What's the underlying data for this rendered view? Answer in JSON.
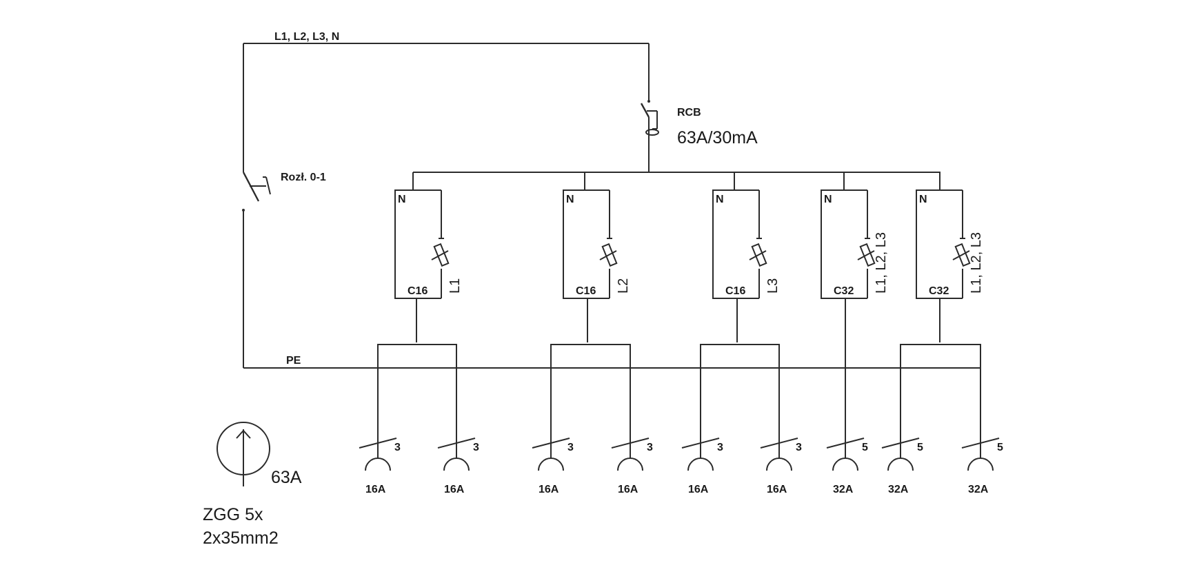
{
  "bus": {
    "top_label": "L1, L2, L3, N",
    "pe_label": "PE"
  },
  "main_switch": {
    "label": "Rozł. 0-1"
  },
  "rcb": {
    "label": "RCB",
    "rating": "63A/30mA"
  },
  "supply": {
    "rating": "63A",
    "cable_line1": "ZGG 5x",
    "cable_line2": "2x35mm2"
  },
  "breakers": [
    {
      "n_label": "N",
      "rating": "C16",
      "phase": "L1"
    },
    {
      "n_label": "N",
      "rating": "C16",
      "phase": "L2"
    },
    {
      "n_label": "N",
      "rating": "C16",
      "phase": "L3"
    },
    {
      "n_label": "N",
      "rating": "C32",
      "phase": "L1, L2, L3"
    },
    {
      "n_label": "N",
      "rating": "C32",
      "phase": "L1, L2, L3"
    }
  ],
  "outlets": [
    {
      "poles": "3",
      "rating": "16A"
    },
    {
      "poles": "3",
      "rating": "16A"
    },
    {
      "poles": "3",
      "rating": "16A"
    },
    {
      "poles": "3",
      "rating": "16A"
    },
    {
      "poles": "3",
      "rating": "16A"
    },
    {
      "poles": "3",
      "rating": "16A"
    },
    {
      "poles": "5",
      "rating": "32A"
    },
    {
      "poles": "5",
      "rating": "32A"
    },
    {
      "poles": "5",
      "rating": "32A"
    }
  ]
}
